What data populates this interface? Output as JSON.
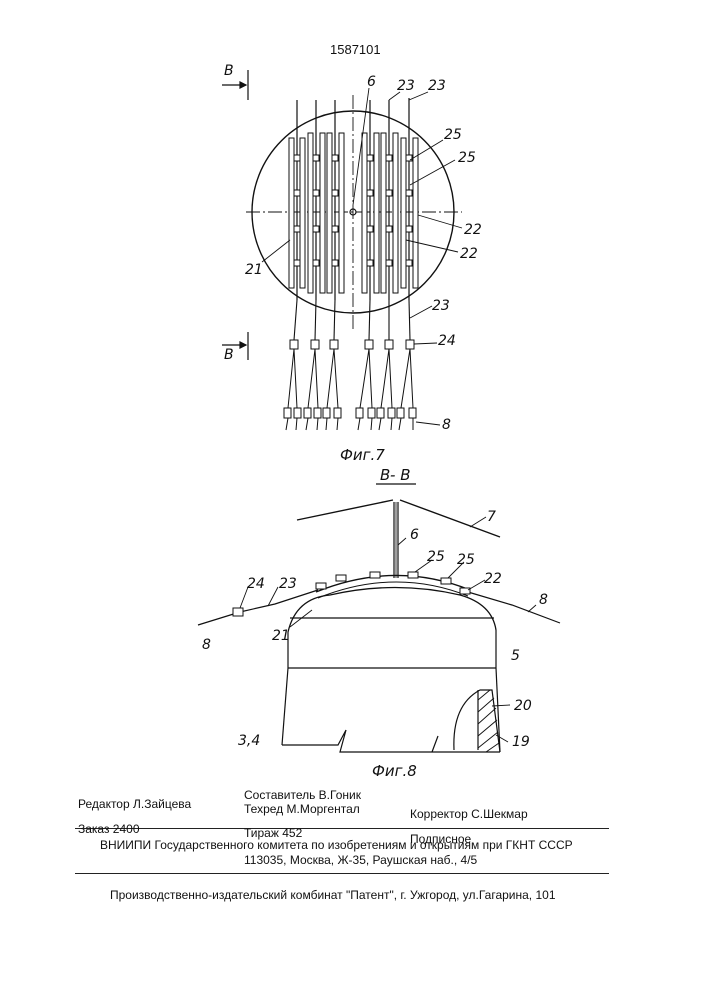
{
  "patent_number": "1587101",
  "fig7": {
    "section_mark_top": "B",
    "section_mark_bottom": "B",
    "caption": "Фиг.7",
    "labels": {
      "l6": "6",
      "l23a": "23",
      "l23b": "23",
      "l25a": "25",
      "l25b": "25",
      "l22a": "22",
      "l22b": "22",
      "l21": "21",
      "l23c": "23",
      "l24": "24",
      "l8": "8"
    }
  },
  "fig8": {
    "section_title": "B- B",
    "caption": "Фиг.8",
    "labels": {
      "l7": "7",
      "l6": "6",
      "l25a": "25",
      "l25b": "25",
      "l22": "22",
      "l24": "24",
      "l23": "23",
      "l8a": "8",
      "l8b": "8",
      "l21": "21",
      "l5": "5",
      "l20": "20",
      "l19": "19",
      "l34": "3,4"
    }
  },
  "footer": {
    "editor": "Редактор Л.Зайцева",
    "compiler": "Составитель В.Гоник",
    "techred": "Техред М.Моргентал",
    "corrector": "Корректор С.Шекмар",
    "order": "Заказ 2400",
    "print_run": "Тираж 452",
    "subscription": "Подписное",
    "institution": "ВНИИПИ Государственного комитета по изобретениям и открытиям при ГКНТ СССР",
    "address": "113035, Москва, Ж-35, Раушская наб., 4/5",
    "publisher": "Производственно-издательский комбинат \"Патент\", г. Ужгород, ул.Гагарина, 101"
  }
}
